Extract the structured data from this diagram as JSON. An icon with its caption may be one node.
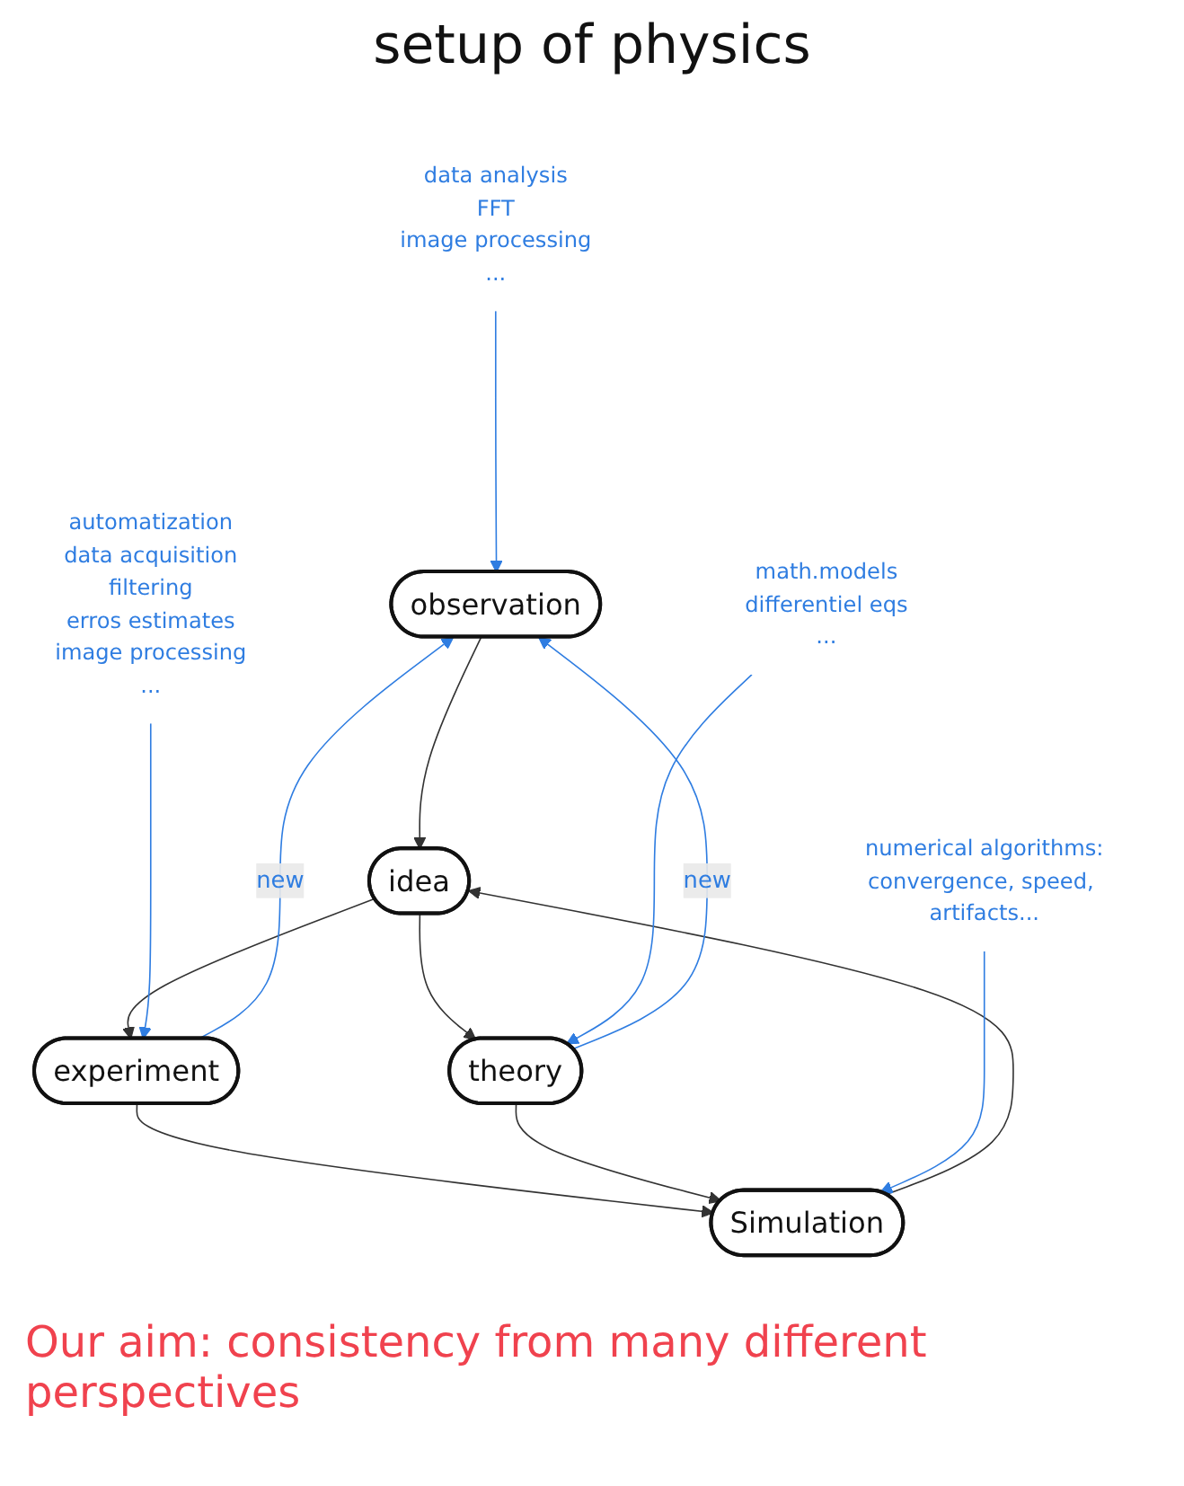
{
  "diagram": {
    "title": "setup of physics",
    "nodes": [
      {
        "text": [
          "observation"
        ]
      },
      {
        "text": [
          "idea"
        ]
      },
      {
        "text": [
          "experiment"
        ]
      },
      {
        "text": [
          "theory"
        ]
      },
      {
        "text": [
          "Simulation"
        ]
      },
      {
        "text": [
          "data analysis",
          "FFT",
          "image processing",
          "..."
        ]
      },
      {
        "text": [
          "automatization",
          "data acquisition",
          "filtering",
          "erros estimates",
          "image processing",
          "..."
        ]
      },
      {
        "text": [
          "math.models",
          "differentiel eqs",
          "..."
        ]
      },
      {
        "text": [
          "numerical algorithms:",
          "convergence, speed, artifacts..."
        ]
      }
    ],
    "edges": [
      {
        "from": 0,
        "to": 1,
        "arrow": "to"
      },
      {
        "from": 1,
        "to": 2,
        "arrow": "to"
      },
      {
        "from": 1,
        "to": 3,
        "arrow": "to"
      },
      {
        "from": 4,
        "to": 1,
        "arrow": "to"
      },
      {
        "from": 2,
        "to": 4,
        "arrow": "to"
      },
      {
        "from": 3,
        "to": 4,
        "arrow": "to"
      },
      {
        "from": 2,
        "to": 0,
        "arrow": "to",
        "label": "new",
        "color": "#2f7de1"
      },
      {
        "from": 3,
        "to": 0,
        "arrow": "to",
        "label": "new",
        "color": "#2f7de1"
      },
      {
        "from": 5,
        "to": 0,
        "arrow": "to",
        "color": "#2f7de1"
      },
      {
        "from": 6,
        "to": 2,
        "arrow": "to",
        "color": "#2f7de1"
      },
      {
        "from": 7,
        "to": 3,
        "arrow": "to",
        "color": "#2f7de1"
      },
      {
        "from": 8,
        "to": 4,
        "arrow": "to",
        "color": "#2f7de1"
      }
    ],
    "caption": "Our aim: consistency from many different perspectives"
  }
}
